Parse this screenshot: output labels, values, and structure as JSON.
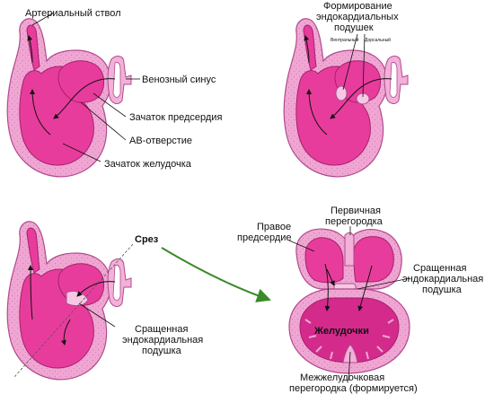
{
  "labels": {
    "arterial_trunk": "Артериальный ствол",
    "venous_sinus": "Венозный синус",
    "atrium_primordium": "Зачаток предсердия",
    "av_opening": "АВ-отверстие",
    "ventricle_primordium": "Зачаток желудочка",
    "cushions_forming_1": "Формирование",
    "cushions_forming_2": "эндокардиальных",
    "cushions_forming_3": "подушек",
    "ventral": "Вентральный",
    "dorsal": "Дорсальный",
    "section": "Срез",
    "fused_cushion_left_1": "Сращенная",
    "fused_cushion_left_2": "эндокардиальная",
    "fused_cushion_left_3": "подушка",
    "right_atrium_1": "Правое",
    "right_atrium_2": "предсердие",
    "primary_septum_1": "Первичная",
    "primary_septum_2": "перегородка",
    "fused_cushion_right_1": "Сращенная",
    "fused_cushion_right_2": "эндокардиальная",
    "fused_cushion_right_3": "подушка",
    "ventricles": "Желудочки",
    "iv_septum_1": "Межжелудочковая",
    "iv_septum_2": "перегородка (формируется)"
  },
  "colors": {
    "wall": "#f0a6d3",
    "lumen": "#e83c9c",
    "outline": "#b04a8c",
    "arrow_green": "#3a8a2a"
  }
}
